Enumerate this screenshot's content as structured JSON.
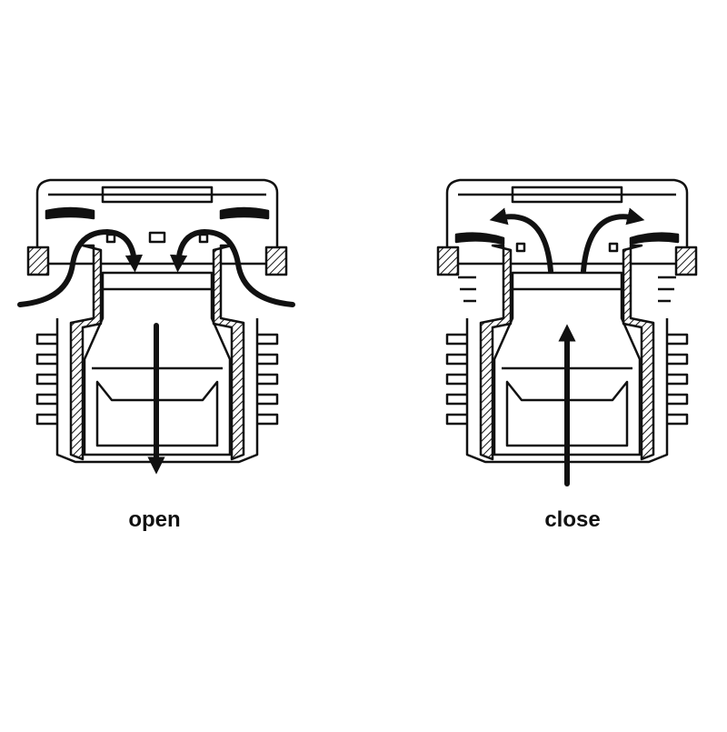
{
  "diagram": {
    "panels": [
      {
        "id": "open",
        "caption": "open",
        "flow_direction": "down"
      },
      {
        "id": "close",
        "caption": "close",
        "flow_direction": "up"
      }
    ],
    "colors": {
      "line": "#111111",
      "background": "#ffffff"
    }
  }
}
